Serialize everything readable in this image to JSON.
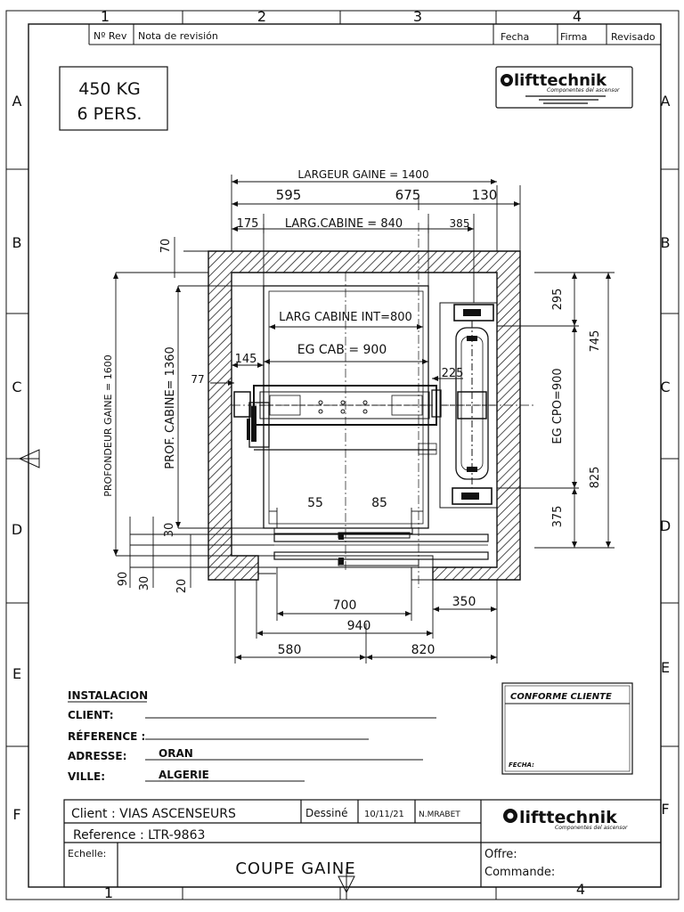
{
  "grid": {
    "columns": [
      "1",
      "2",
      "3",
      "4"
    ],
    "rows": [
      "A",
      "B",
      "C",
      "D",
      "E",
      "F"
    ]
  },
  "revision_header": {
    "rev": "Nº Rev",
    "note": "Nota de revisión",
    "date": "Fecha",
    "signature": "Firma",
    "checked": "Revisado"
  },
  "capacity": {
    "weight": "450 KG",
    "persons": "6 PERS."
  },
  "logo": {
    "name": "lifttechnik",
    "tagline": "Componentes del ascensor"
  },
  "dimensions": {
    "largeur_gaine": "LARGEUR GAINE = 1400",
    "d595": "595",
    "d675": "675",
    "d130": "130",
    "d175": "175",
    "larg_cabine": "LARG.CABINE = 840",
    "d385": "385",
    "d70": "70",
    "larg_cabine_int": "LARG CABINE INT=800",
    "eg_cab": "EG CAB = 900",
    "d145": "145",
    "d77": "77",
    "d225": "225",
    "prof_cabine": "PROF. CABINE= 1360",
    "profondeur_gaine": "PROFONDEUR GAINE = 1600",
    "d295": "295",
    "d745": "745",
    "eg_cpo": "EG CPO=900",
    "d825": "825",
    "d375": "375",
    "d55": "55",
    "d85": "85",
    "d30a": "30",
    "d90": "90",
    "d30b": "30",
    "d20": "20",
    "d700": "700",
    "d350": "350",
    "d940": "940",
    "d580": "580",
    "d820": "820"
  },
  "installation": {
    "heading": "INSTALACION",
    "client_label": "CLIENT:",
    "reference_label": "RÉFERENCE :",
    "adresse_label": "ADRESSE:",
    "adresse_value": "ORAN",
    "ville_label": "VILLE:",
    "ville_value": "ALGERIE"
  },
  "conforme": {
    "heading": "CONFORME CLIENTE",
    "fecha": "FECHA:"
  },
  "title_block": {
    "client": "Client  :  VIAS ASCENSEURS",
    "dessine": "Dessiné",
    "date": "10/11/21",
    "author": "N.MRABET",
    "reference": "Reference : LTR-9863",
    "echelle": "Echelle:",
    "title": "COUPE GAINE",
    "offre": "Offre:",
    "commande": "Commande:"
  }
}
